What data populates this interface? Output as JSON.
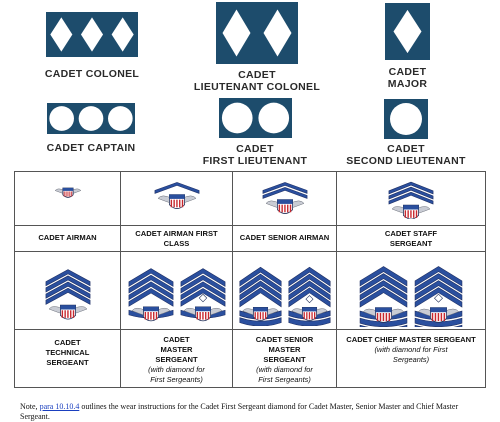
{
  "colors": {
    "plate": "#1d4c6c",
    "chevron_blue": "#2a4f9e",
    "chevron_silver": "#c9ccd4",
    "shield_red": "#c8282e",
    "shield_white": "#ffffff"
  },
  "officer_insignia": [
    {
      "label": "CADET COLONEL",
      "symbol": "diamond",
      "count": 3
    },
    {
      "label": "CADET\nLIEUTENANT COLONEL",
      "symbol": "diamond",
      "count": 2
    },
    {
      "label": "CADET\nMAJOR",
      "symbol": "diamond",
      "count": 1
    },
    {
      "label": "CADET CAPTAIN",
      "symbol": "circle",
      "count": 3
    },
    {
      "label": "CADET\nFIRST LIEUTENANT",
      "symbol": "circle",
      "count": 2
    },
    {
      "label": "CADET\nSECOND LIEUTENANT",
      "symbol": "circle",
      "count": 1
    }
  ],
  "enlisted_rows": [
    [
      {
        "label": "CADET AIRMAN",
        "note": "",
        "stripes": 0,
        "first_sergeant_variant": false
      },
      {
        "label": "CADET AIRMAN FIRST CLASS",
        "note": "",
        "stripes": 1,
        "first_sergeant_variant": false
      },
      {
        "label": "CADET SENIOR AIRMAN",
        "note": "",
        "stripes": 2,
        "first_sergeant_variant": false
      },
      {
        "label": "CADET STAFF SERGEANT",
        "note": "",
        "stripes": 3,
        "first_sergeant_variant": false
      }
    ],
    [
      {
        "label": "CADET TECHNICAL SERGEANT",
        "note": "",
        "stripes": 4,
        "first_sergeant_variant": false
      },
      {
        "label": "CADET MASTER SERGEANT",
        "note": "(with diamond for First Sergeants)",
        "stripes": 4,
        "rockers": 1,
        "first_sergeant_variant": true
      },
      {
        "label": "CADET SENIOR MASTER SERGEANT",
        "note": "(with diamond for First Sergeants)",
        "stripes": 4,
        "rockers": 2,
        "first_sergeant_variant": true
      },
      {
        "label": "CADET CHIEF MASTER SERGEANT",
        "note": "(with diamond for First Sergeants)",
        "stripes": 4,
        "rockers": 3,
        "first_sergeant_variant": true
      }
    ]
  ],
  "footnote": {
    "prefix": "Note, ",
    "link_text": "para 10.10.4",
    "suffix": " outlines the wear instructions for the Cadet First Sergeant diamond for Cadet Master, Senior Master and Chief Master Sergeant."
  }
}
